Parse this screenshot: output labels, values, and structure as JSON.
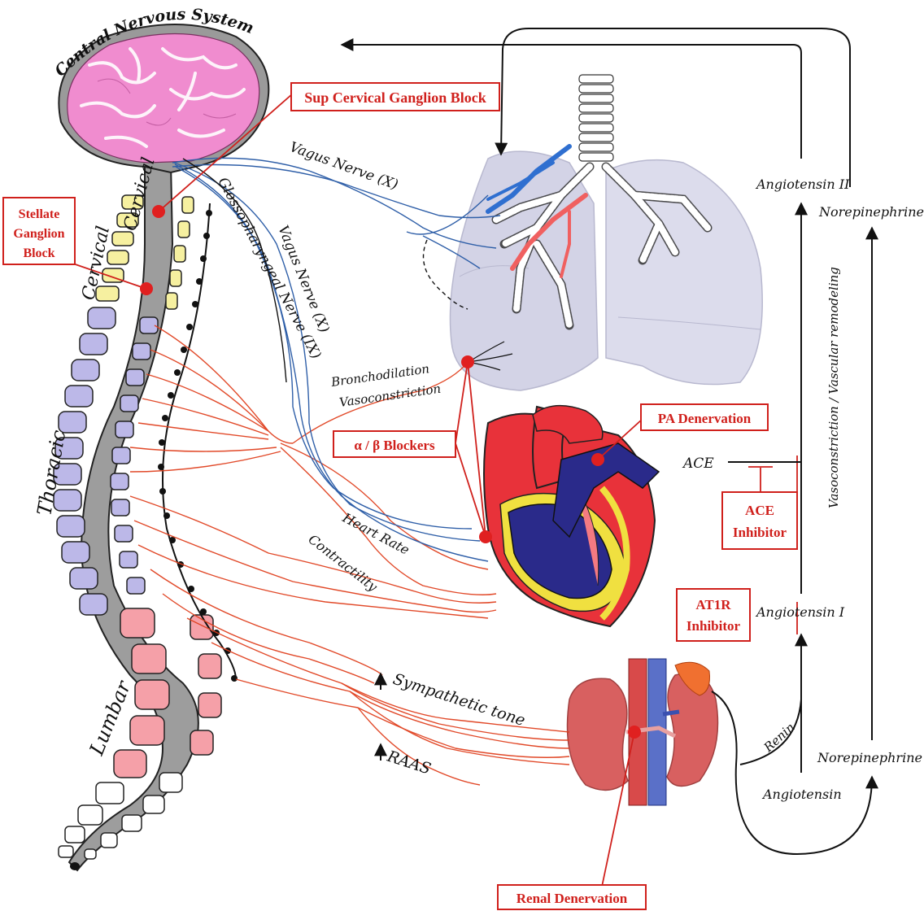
{
  "colors": {
    "sympathetic": "#e0401e",
    "vagus": "#2f5fa8",
    "annotation": "#d0201c",
    "brain": "#f08ccf",
    "brain_gray": "#9a9a9a",
    "cervical": "#f6f0a0",
    "thoracic": "#bcb8e8",
    "lumbar": "#f5a0a8",
    "heart_red": "#e8323a",
    "heart_blue": "#2a2a8a",
    "heart_yellow": "#f0e040",
    "lung": "#d8d8ea",
    "kidney": "#d86060"
  },
  "regions": {
    "cns": "Central Nervous System",
    "cervical": "Cervical",
    "thoracic": "Thoracic",
    "lumbar": "Lumbar"
  },
  "nerves": {
    "vagus_upper": "Vagus Nerve (X)",
    "vagus_lower": "Vagus Nerve (X)",
    "glossopharyngeal": "Glossopharyngeal Nerve (IX)"
  },
  "effects": {
    "bronchodilation": "Bronchodilation",
    "vasoconstriction": "Vasoconstriction",
    "heart_rate": "Heart Rate",
    "contractility": "Contractility",
    "sympathetic_tone": "Sympathetic tone",
    "raas": "RAAS"
  },
  "interventions": {
    "sup_cervical": "Sup Cervical Ganglion Block",
    "stellate_line1": "Stellate",
    "stellate_line2": "Ganglion",
    "stellate_line3": "Block",
    "alpha_beta": "α / β Blockers",
    "pa_denervation": "PA Denervation",
    "ace_inhibitor_line1": "ACE",
    "ace_inhibitor_line2": "Inhibitor",
    "at1r_line1": "AT1R",
    "at1r_line2": "Inhibitor",
    "renal_denervation": "Renal Denervation"
  },
  "pathway": {
    "angiotensin_2": "Angiotensin II",
    "norepinephrine_top": "Norepinephrine",
    "vasoconstriction_remodeling": "Vasoconstriction / Vascular remodeling",
    "ace": "ACE",
    "angiotensin_1": "Angiotensin I",
    "renin": "Renin",
    "norepinephrine_bottom": "Norepinephrine",
    "angiotensin": "Angiotensin"
  },
  "icons": {
    "brain": "brain-icon",
    "spine": "spine-icon",
    "lungs": "lungs-icon",
    "heart": "heart-icon",
    "kidneys": "kidneys-icon"
  }
}
